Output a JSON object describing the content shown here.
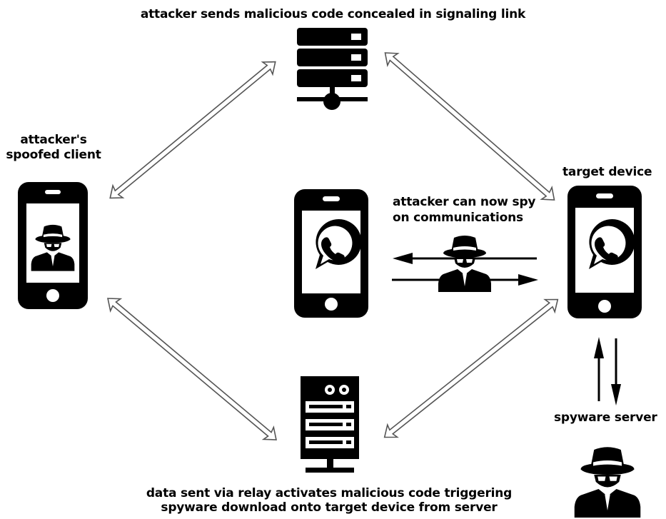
{
  "labels": {
    "top": "attacker sends malicious code concealed in signaling link",
    "spoofed_line1": "attacker's",
    "spoofed_line2": "spoofed client",
    "target": "target device",
    "spy_line1": "attacker can now spy",
    "spy_line2": "on communications",
    "spyware_server": "spyware server",
    "bottom_line1": "data sent via relay activates malicious code triggering",
    "bottom_line2": "spyware download onto target device from server"
  },
  "colors": {
    "ink": "#000000",
    "background": "#ffffff",
    "arrow_outline": "#555555"
  },
  "icons": {
    "top_node": "signaling-server-icon",
    "bottom_node": "relay-server-icon",
    "left_device": "spoofed-phone-icon",
    "middle_device": "whatsapp-phone-icon",
    "right_device": "target-phone-icon",
    "man_in_middle": "spy-icon",
    "spyware_actor": "spy-icon"
  }
}
